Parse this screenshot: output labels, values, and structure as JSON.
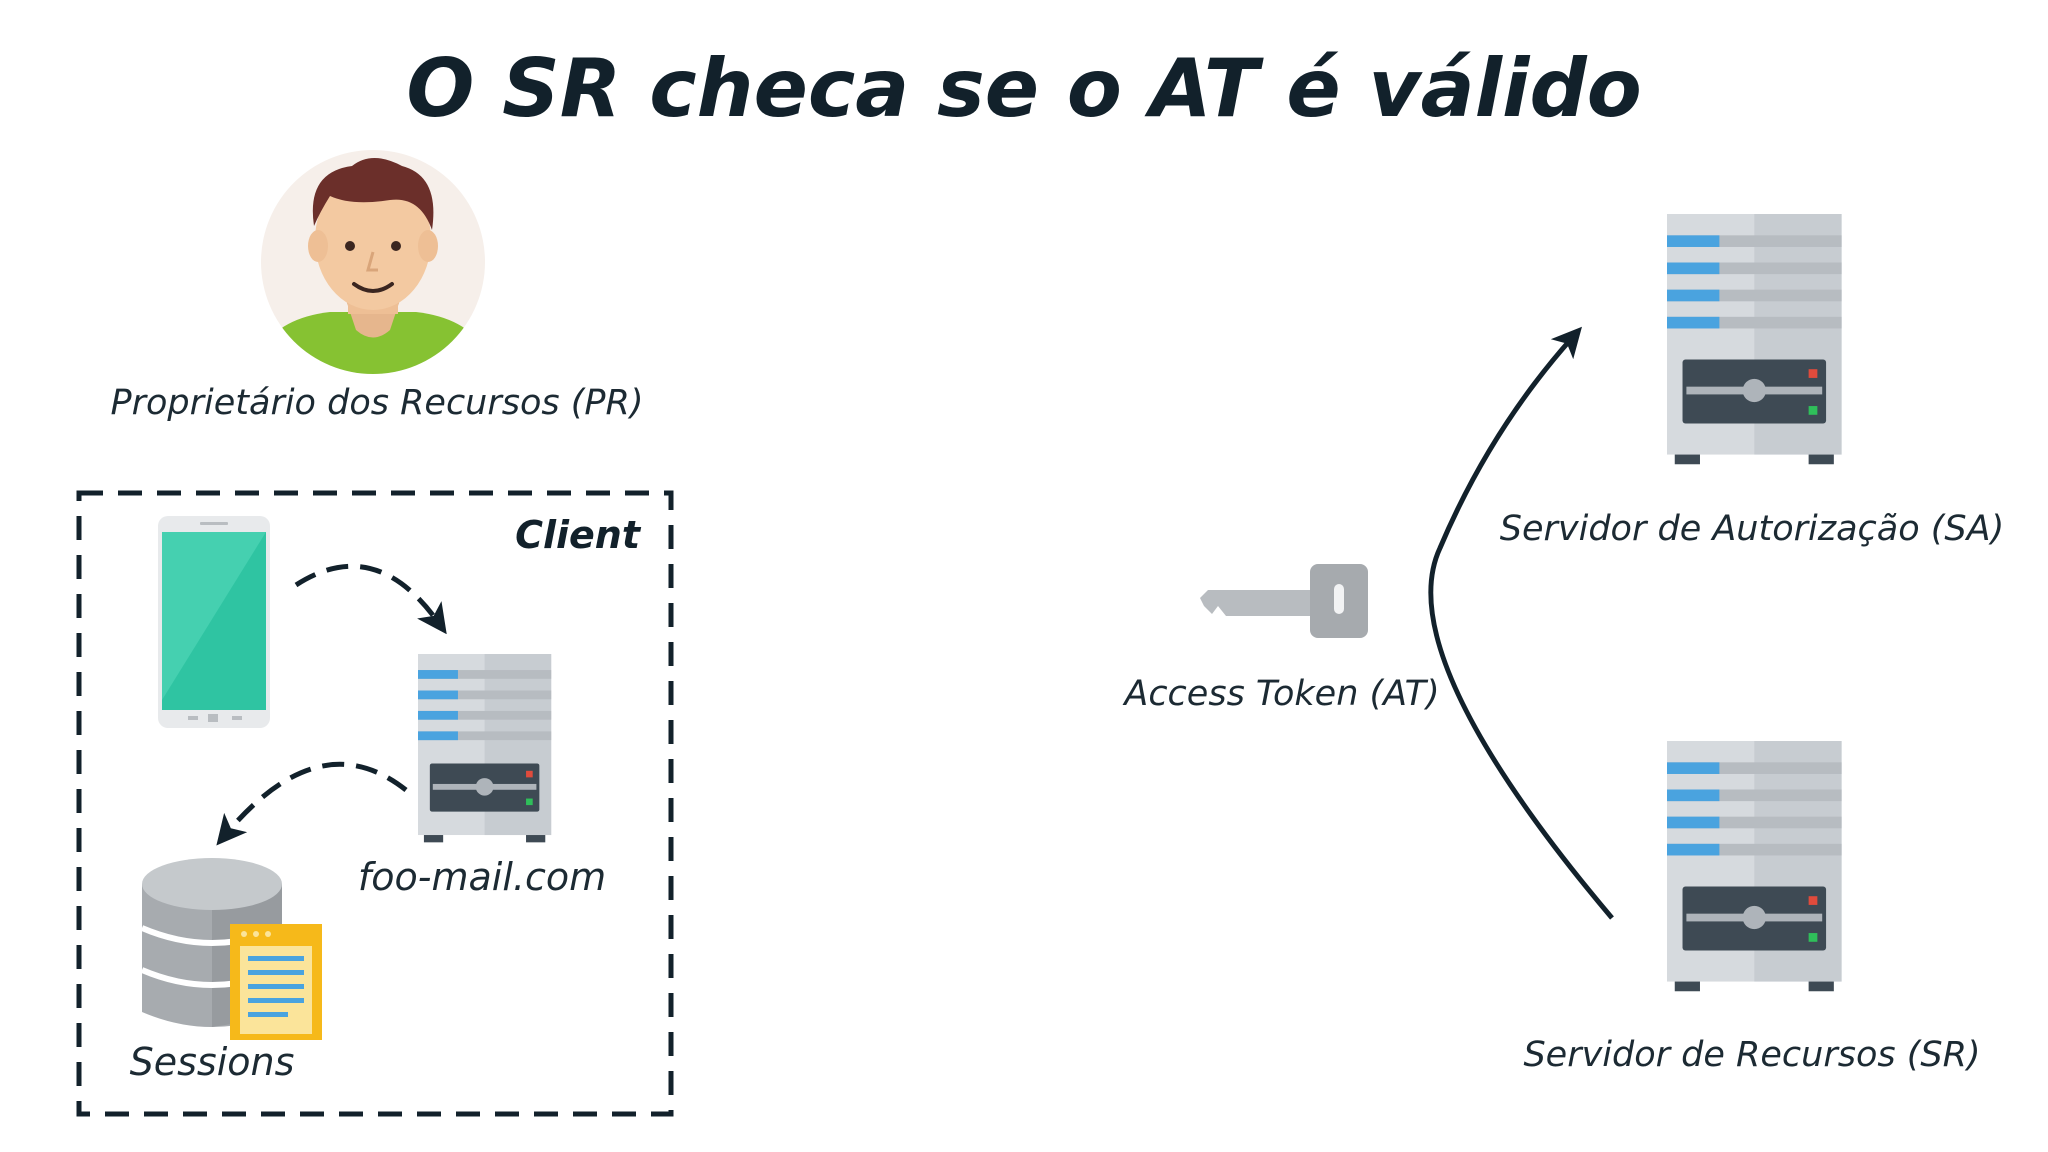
{
  "title": "O SR checa se o AT é válido",
  "resource_owner": {
    "label": "Proprietário dos Recursos (PR)",
    "icon": "person-avatar-icon"
  },
  "client": {
    "label": "Client",
    "app_server_label": "foo-mail.com",
    "sessions_label": "Sessions",
    "phone_icon": "smartphone-icon",
    "server_icon": "server-icon",
    "db_icon": "database-icon"
  },
  "access_token": {
    "label": "Access Token (AT)",
    "icon": "key-icon"
  },
  "auth_server": {
    "label": "Servidor de Autorização (SA)",
    "icon": "server-icon"
  },
  "resource_server": {
    "label": "Servidor de Recursos (SR)",
    "icon": "server-icon"
  },
  "colors": {
    "title": "#12212b",
    "arrow": "#12212b",
    "phone_screen": "#2fc4a2",
    "server_body": "#d5d9dd",
    "server_accent": "#4aa3df",
    "db_body": "#b0b4b8",
    "document": "#f6b91a",
    "avatar_bg": "#f6efea",
    "shirt": "#86c232",
    "hair": "#6b2f2a",
    "skin": "#f3c9a1",
    "key": "#b8bcc0"
  }
}
